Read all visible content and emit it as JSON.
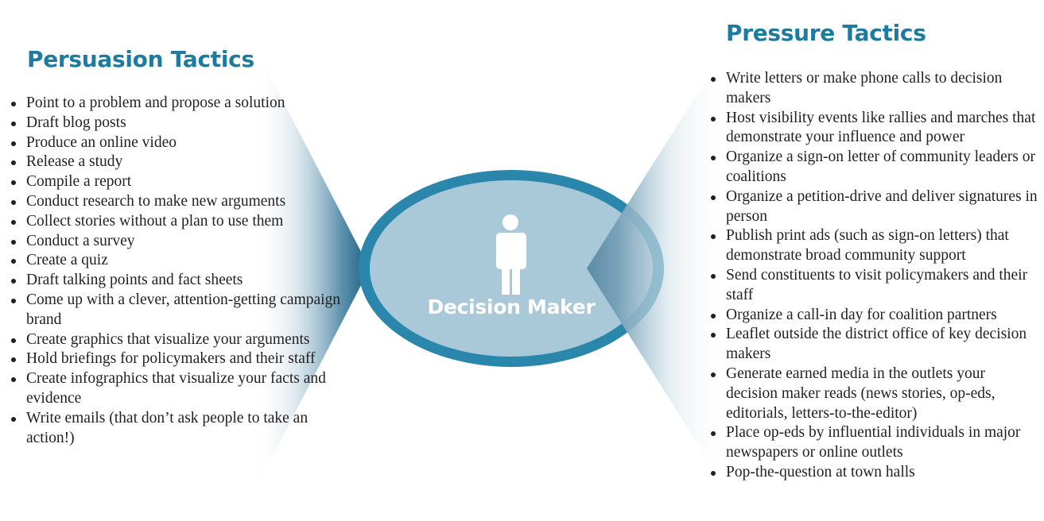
{
  "left": {
    "title": "Persuasion Tactics",
    "items": [
      "Point to a problem and propose a solution",
      "Draft blog posts",
      "Produce an online video",
      "Release a study",
      "Compile a report",
      "Conduct research to make new arguments",
      "Collect stories without a plan to use them",
      "Conduct a survey",
      "Create a quiz",
      "Draft talking points and fact sheets",
      "Come up with a clever, attention-getting campaign brand",
      "Create graphics that visualize your arguments",
      "Hold briefings for policymakers and their staff",
      "Create infographics that visualize your facts and evidence",
      "Write emails (that don’t ask people to take an action!)"
    ]
  },
  "right": {
    "title": "Pressure Tactics",
    "items": [
      "Write letters or make phone calls to decision makers",
      "Host visibility events like rallies and marches that demonstrate your influence and power",
      "Organize a sign-on letter of community leaders or coalitions",
      "Organize a petition-drive and deliver signatures in person",
      "Publish print ads (such as sign-on letters) that demonstrate broad community support",
      "Send constituents to visit policymakers and their staff",
      "Organize a call-in day for coalition partners",
      "Leaflet outside the district office of key decision makers",
      "Generate earned media in the outlets your decision maker reads (news stories, op-eds, editorials, letters-to-the-editor)",
      "Place op-eds by influential individuals in major newspapers or online outlets",
      "Pop-the-question at town halls"
    ]
  },
  "center": {
    "label": "Decision Maker",
    "icon": "person-icon"
  },
  "colors": {
    "heading": "#1f7aa0",
    "ring": "#2a86aa",
    "ellipse_fill": "#a9c8d8",
    "wedge_dark": "#1d6285"
  }
}
